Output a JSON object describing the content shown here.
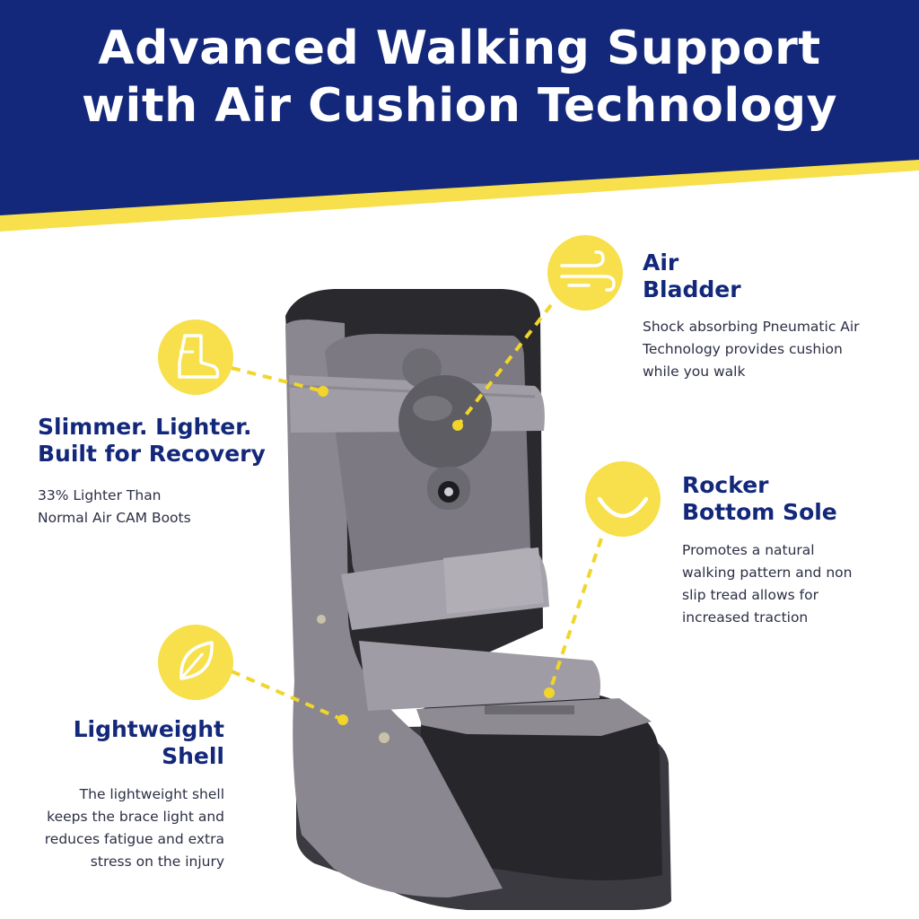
{
  "header": {
    "title_line1": "Advanced Walking Support",
    "title_line2": "with Air Cushion Technology"
  },
  "colors": {
    "navy": "#13287a",
    "yellow": "#f7e04b",
    "boot_gray": "#8a8790",
    "boot_dark": "#2a2a2e"
  },
  "features": {
    "recovery": {
      "icon": "boot-icon",
      "title_line1": "Slimmer. Lighter.",
      "title_line2": "Built for Recovery",
      "desc_line1": "33% Lighter Than",
      "desc_line2": "Normal Air CAM Boots"
    },
    "air_bladder": {
      "icon": "air-wind-icon",
      "title_line1": "Air",
      "title_line2": "Bladder",
      "desc_line1": "Shock absorbing Pneumatic Air",
      "desc_line2": "Technology provides cushion",
      "desc_line3": "while you walk"
    },
    "rocker": {
      "icon": "smile-curve-icon",
      "title_line1": "Rocker",
      "title_line2": "Bottom Sole",
      "desc_line1": "Promotes a natural",
      "desc_line2": "walking pattern and non",
      "desc_line3": "slip tread allows for",
      "desc_line4": "increased traction"
    },
    "shell": {
      "icon": "leaf-icon",
      "title_line1": "Lightweight",
      "title_line2": "Shell",
      "desc_line1": "The lightweight shell",
      "desc_line2": "keeps the brace light and",
      "desc_line3": "reduces fatigue and extra",
      "desc_line4": "stress on the injury"
    }
  }
}
